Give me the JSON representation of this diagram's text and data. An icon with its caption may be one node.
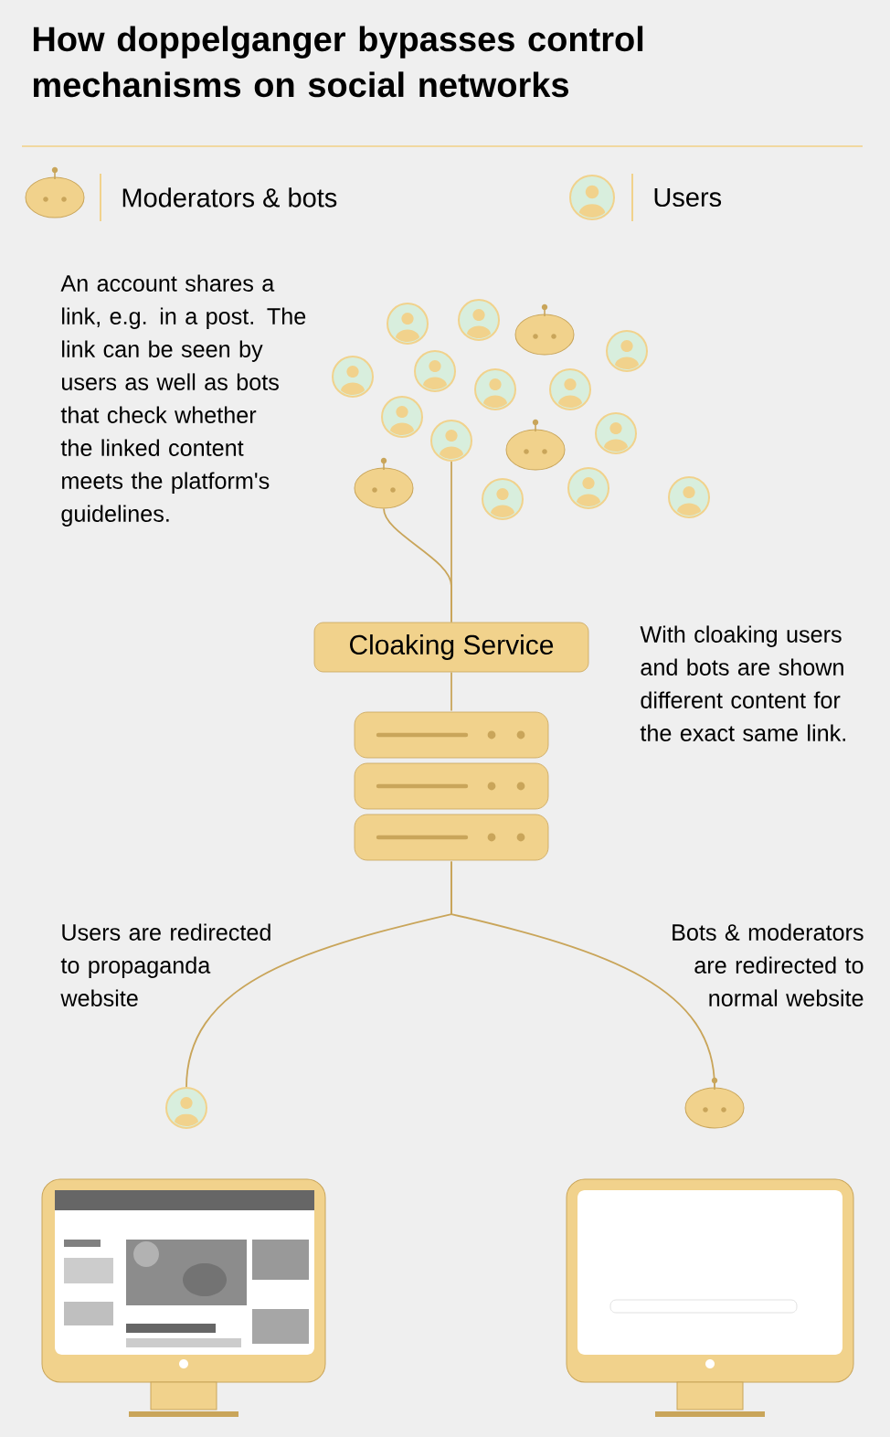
{
  "diagram": {
    "title": "How doppelganger bypasses control mechanisms on social networks",
    "nodes": [
      {
        "text": [],
        "shape": "person"
      },
      {
        "text": [],
        "shape": "person"
      },
      {
        "text": [],
        "shape": "robot"
      },
      {
        "text": [],
        "shape": "person"
      },
      {
        "text": [],
        "shape": "person"
      },
      {
        "text": [],
        "shape": "person"
      },
      {
        "text": [],
        "shape": "person"
      },
      {
        "text": [],
        "shape": "person"
      },
      {
        "text": [],
        "shape": "person"
      },
      {
        "text": [],
        "shape": "person"
      },
      {
        "text": [],
        "shape": "person"
      },
      {
        "text": [],
        "shape": "robot"
      },
      {
        "text": [],
        "shape": "robot"
      },
      {
        "text": [],
        "shape": "person"
      },
      {
        "text": [],
        "shape": "person"
      },
      {
        "text": [],
        "shape": "person"
      },
      {
        "text": [
          "Cloaking Service"
        ]
      },
      {
        "text": [],
        "shape": "server"
      },
      {
        "text": [],
        "shape": "person"
      },
      {
        "text": [],
        "shape": "robot"
      }
    ],
    "edges": [
      {
        "from": 12,
        "to": 16,
        "arrow": "none"
      },
      {
        "from": 10,
        "to": 16,
        "arrow": "none"
      },
      {
        "from": 16,
        "to": 17,
        "arrow": "none"
      },
      {
        "from": 17,
        "to": 18,
        "arrow": "none"
      },
      {
        "from": 17,
        "to": 19,
        "arrow": "none"
      }
    ],
    "labels": [
      "An account shares a link, e.g. in a post. The link can be seen by users as well as bots that check whether the linked content meets the platform's guidelines.",
      "With cloaking users and bots are shown different content for the exact same link.",
      "Users are redirected to propaganda website",
      "Bots & moderators are redirected to normal website"
    ],
    "legend": [
      {
        "text": "Moderators & bots"
      },
      {
        "text": "Users"
      }
    ]
  }
}
